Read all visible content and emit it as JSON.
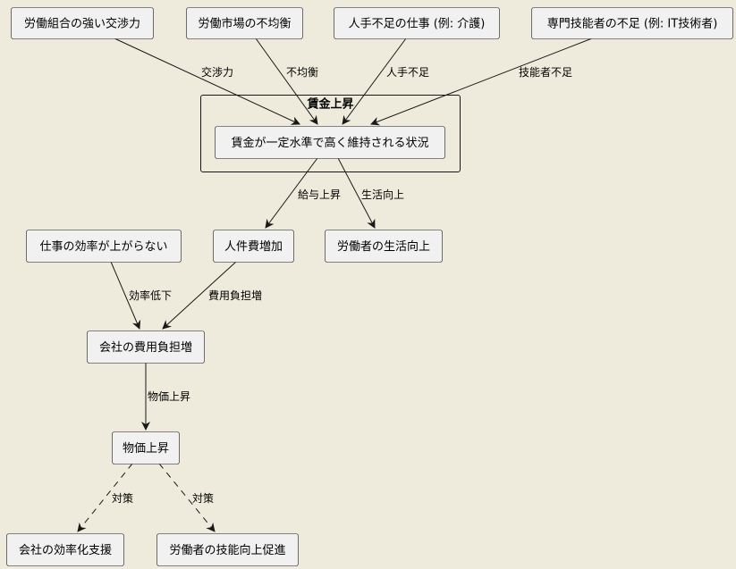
{
  "colors": {
    "background": "#EEEBDC",
    "node_fill": "#F1F1F1",
    "stroke": "#181818",
    "text": "#000000"
  },
  "cluster": {
    "id": "wage_group",
    "label": "賃金上昇"
  },
  "nodes": [
    {
      "id": "union",
      "label": "労働組合の強い交渉力"
    },
    {
      "id": "imbalance",
      "label": "労働市場の不均衡"
    },
    {
      "id": "labor_shortage",
      "label": "人手不足の仕事 (例: 介護)"
    },
    {
      "id": "skill_shortage",
      "label": "専門技能者の不足 (例: IT技術者)"
    },
    {
      "id": "high_wage",
      "label": "賃金が一定水準で高く維持される状況"
    },
    {
      "id": "inefficiency",
      "label": "仕事の効率が上がらない"
    },
    {
      "id": "labor_cost",
      "label": "人件費増加"
    },
    {
      "id": "living",
      "label": "労働者の生活向上"
    },
    {
      "id": "company_burden",
      "label": "会社の費用負担増"
    },
    {
      "id": "price_rise",
      "label": "物価上昇"
    },
    {
      "id": "efficiency_support",
      "label": "会社の効率化支援"
    },
    {
      "id": "skill_promotion",
      "label": "労働者の技能向上促進"
    }
  ],
  "edges": [
    {
      "id": "e1",
      "from": "union",
      "to": "high_wage",
      "label": "交渉力",
      "style": "solid"
    },
    {
      "id": "e2",
      "from": "imbalance",
      "to": "high_wage",
      "label": "不均衡",
      "style": "solid"
    },
    {
      "id": "e3",
      "from": "labor_shortage",
      "to": "high_wage",
      "label": "人手不足",
      "style": "solid"
    },
    {
      "id": "e4",
      "from": "skill_shortage",
      "to": "high_wage",
      "label": "技能者不足",
      "style": "solid"
    },
    {
      "id": "e5",
      "from": "high_wage",
      "to": "labor_cost",
      "label": "給与上昇",
      "style": "solid"
    },
    {
      "id": "e6",
      "from": "high_wage",
      "to": "living",
      "label": "生活向上",
      "style": "solid"
    },
    {
      "id": "e7",
      "from": "inefficiency",
      "to": "company_burden",
      "label": "効率低下",
      "style": "solid"
    },
    {
      "id": "e8",
      "from": "labor_cost",
      "to": "company_burden",
      "label": "費用負担増",
      "style": "solid"
    },
    {
      "id": "e9",
      "from": "company_burden",
      "to": "price_rise",
      "label": "物価上昇",
      "style": "solid"
    },
    {
      "id": "e10",
      "from": "price_rise",
      "to": "efficiency_support",
      "label": "対策",
      "style": "dashed"
    },
    {
      "id": "e11",
      "from": "price_rise",
      "to": "skill_promotion",
      "label": "対策",
      "style": "dashed"
    }
  ]
}
